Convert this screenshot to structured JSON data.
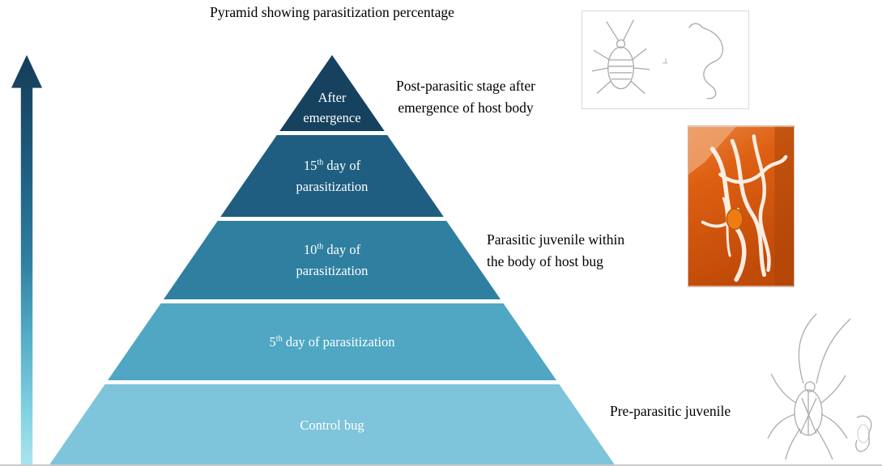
{
  "title": "Pyramid showing parasitization percentage",
  "pyramid": {
    "tiers": [
      {
        "name": "after-emergence",
        "color": "#16425f",
        "lines": [
          {
            "text": "After"
          },
          {
            "text": "emergence"
          }
        ]
      },
      {
        "name": "day-15",
        "color": "#1f5e80",
        "lines": [
          {
            "pre": "15",
            "sup": "th",
            "post": " day of"
          },
          {
            "text": "parasitization"
          }
        ]
      },
      {
        "name": "day-10",
        "color": "#2f7fa0",
        "lines": [
          {
            "pre": "10",
            "sup": "th",
            "post": " day of"
          },
          {
            "text": "parasitization"
          }
        ]
      },
      {
        "name": "day-5",
        "color": "#4fa7c3",
        "lines": [
          {
            "pre": "5",
            "sup": "th",
            "post": " day of parasitization"
          }
        ]
      },
      {
        "name": "control-bug",
        "color": "#7ec4da",
        "lines": [
          {
            "text": "Control bug"
          }
        ]
      }
    ]
  },
  "annotations": {
    "post_parasitic": {
      "line1": "Post-parasitic stage after",
      "line2": "emergence of host body"
    },
    "parasitic_juvenile": {
      "line1": "Parasitic juvenile within",
      "line2": "the body of host bug"
    },
    "pre_parasitic": {
      "line1": "Pre-parasitic juvenile"
    }
  },
  "images": [
    {
      "name": "emerged-parasite-sketch"
    },
    {
      "name": "parasitic-juveniles-photo"
    },
    {
      "name": "host-bug-sketch"
    }
  ],
  "colors": {
    "arrow_top": "#143c58",
    "arrow_bottom": "#a9e4ee",
    "photo_orange": "#d85f12",
    "text": "#000000"
  }
}
